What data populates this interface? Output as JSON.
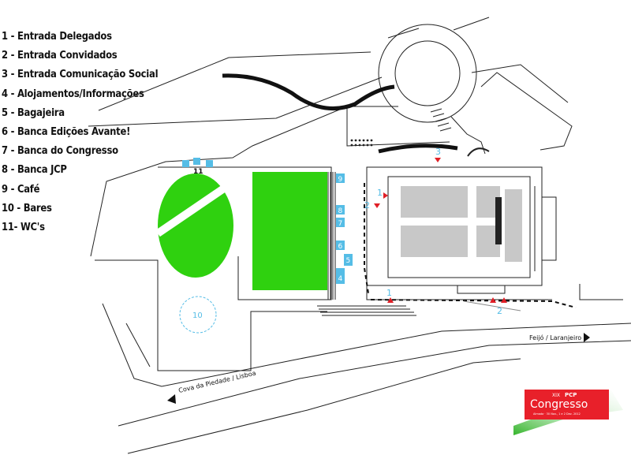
{
  "legend": [
    "1 - Entrada Delegados",
    "2 - Entrada Convidados",
    "3 - Entrada Comunicação Social",
    "4 - Alojamentos/Informações",
    "5 - Bagajeira",
    "6 - Banca Edições Avante!",
    "7 - Banca do Congresso",
    "8 - Banca JCP",
    "9 - Café",
    "10 - Bares",
    "11- WC's"
  ],
  "map": {
    "markers": {
      "m1a": "1",
      "m1b": "1",
      "m2a": "2",
      "m2b": "2",
      "m3": "3",
      "m4": "4",
      "m5": "5",
      "m6": "6",
      "m7": "7",
      "m8": "8",
      "m9": "9",
      "m10": "10",
      "m11": "11"
    },
    "directions": {
      "east": "Feijó / Laranjeiro",
      "west": "Cova da Piedade / Lisboa"
    }
  },
  "logo": {
    "line1": "XIX",
    "line2": "PCP",
    "line3": "Congresso",
    "line4": "Almada · 30 Nov., 1 e 2 Dez. 2012"
  },
  "colors": {
    "field": "#2fd10f",
    "marker": "#55bde6",
    "entrance": "#e01f26",
    "logo_red": "#e8202a",
    "logo_green": "#35b52c"
  }
}
